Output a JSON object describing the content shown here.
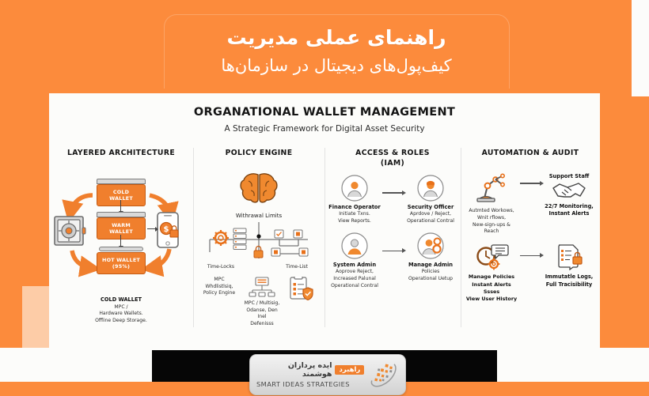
{
  "theme": {
    "brand_orange": "#FC8B3C",
    "accent_orange": "#F07F2D",
    "light_orange": "#FDCCA7",
    "card_bg": "#FCFCFA",
    "footer_black": "#060606"
  },
  "persian_header": {
    "title_main": "راهنمای عملی مدیریت",
    "title_sub": "کیف‌پول‌های دیجیتال در سازمان‌ها"
  },
  "card": {
    "title": "ORGANATIONAL WALLET MANAGEMENT",
    "subtitle": "A Strategic Framework for Digital Asset Security"
  },
  "columns": [
    {
      "id": "layered-architecture",
      "header": "LAYERED ARCHITECTURE",
      "wallets": [
        {
          "label_line1": "COLD",
          "label_line2": "WALLET"
        },
        {
          "label_line1": "WARM",
          "label_line2": "WALLET"
        },
        {
          "label_line1": "HOT WALLET",
          "label_line2": "(95%)"
        }
      ],
      "caption": {
        "heading": "COLD WALLET",
        "lines": [
          "MPC /",
          "Hardware Wallets.",
          "Offline Deep Storage."
        ]
      }
    },
    {
      "id": "policy-engine",
      "header": "POLICY ENGINE",
      "withdrawal_label": "Withrawal Limits",
      "time_locks_label": "Time-Locks",
      "time_list_label": "Time-List",
      "left_caption": {
        "lines": [
          "MPC",
          "Whdlistlsiq,",
          "Policy Engine"
        ]
      },
      "mid_caption": {
        "lines": [
          "MPC / Multisig,",
          "Odanse, Den Inel",
          "Defenisss"
        ]
      }
    },
    {
      "id": "access-roles",
      "header_line1": "ACCESS & ROLES",
      "header_line2": "(IAM)",
      "rows": [
        {
          "left": {
            "title": "Finance Operator",
            "lines": [
              "Initiate Txns.",
              "View Reports."
            ]
          },
          "right": {
            "title": "Security Officer",
            "lines": [
              "Aprdove / Reject,",
              "Operational Contral"
            ]
          }
        },
        {
          "left": {
            "title": "System Admin",
            "lines": [
              "Aoprove Reject,",
              "Increased Palunal",
              "Operational Contral"
            ]
          },
          "right": {
            "title": "Manage Admin",
            "lines": [
              "Policies",
              "Operational Uetup"
            ]
          }
        }
      ]
    },
    {
      "id": "automation-audit",
      "header": "AUTOMATION & AUDIT",
      "rows": [
        {
          "left": {
            "title": "",
            "lines": [
              "Autmted Workows,",
              "Wnit rflows,",
              "New-sign-ups & Reach"
            ]
          },
          "right": {
            "title": "Support Staff",
            "lines": [
              "22/7 Monitoring,",
              "Instant Alerts"
            ]
          }
        },
        {
          "left": {
            "title": "",
            "lines": [
              "Manage Policies",
              "Instant Alerts",
              "Ssses",
              "View User History"
            ]
          },
          "right": {
            "title": "",
            "lines": [
              "Immutatle Logs,",
              "Full Tracisibility"
            ]
          }
        }
      ]
    }
  ],
  "footer": {
    "logo_badge_fa": "راهبرد",
    "logo_text_fa": "ایده پردازان هوشمند",
    "logo_text_en_smart": "S",
    "logo_text_en": "MART  IDEAS  STRATEGIES",
    "logo_en_full": "SMART  IDEAS  STRATEGIES"
  }
}
